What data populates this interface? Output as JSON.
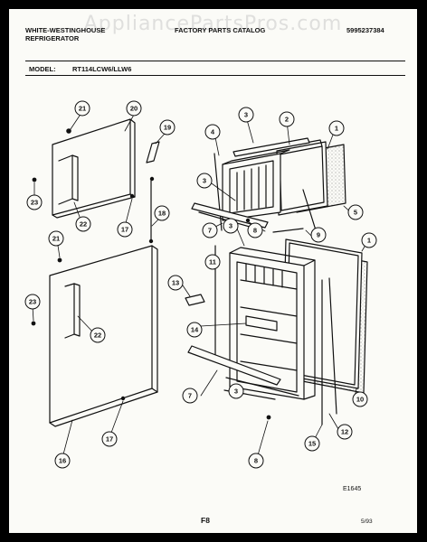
{
  "watermark": "AppliancePartsPros.com",
  "header": {
    "brand_line1": "WHITE-WESTINGHOUSE",
    "brand_line2": "REFRIGERATOR",
    "catalog_title": "FACTORY PARTS CATALOG",
    "catalog_number": "5995237384",
    "model_label": "MODEL:",
    "model_value": "RT114LCW6/LLW6"
  },
  "callouts": [
    "21",
    "20",
    "19",
    "23",
    "22",
    "17",
    "18",
    "21",
    "23",
    "22",
    "17",
    "16",
    "3",
    "2",
    "1",
    "4",
    "3",
    "5",
    "7",
    "8",
    "9",
    "3",
    "1",
    "11",
    "13",
    "14",
    "7",
    "10",
    "3",
    "12",
    "15",
    "8"
  ],
  "footer": {
    "figure_code": "E1645",
    "page": "F8",
    "date": "5/93"
  },
  "colors": {
    "page": "#fbfbf7",
    "ink": "#111111",
    "border": "#000000"
  }
}
